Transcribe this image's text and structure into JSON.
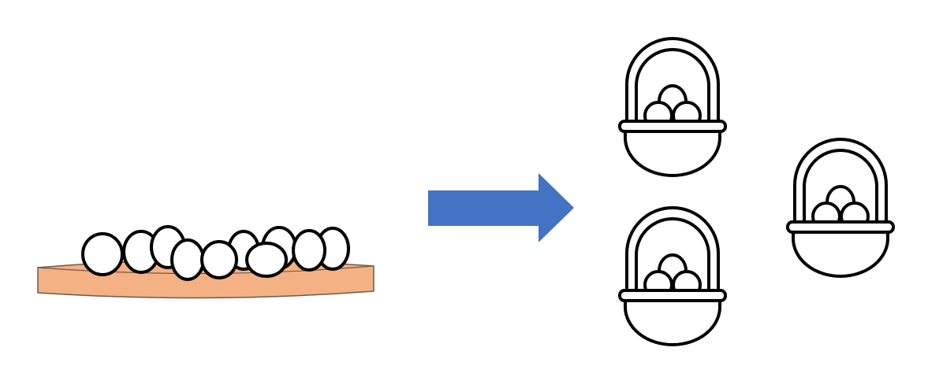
{
  "diagram": {
    "source": {
      "item": "plate-of-eggs",
      "egg_count": 10
    },
    "arrow": {
      "direction": "right"
    },
    "target": {
      "item": "basket",
      "basket_count": 3,
      "eggs_per_basket": 3
    }
  },
  "colors": {
    "plate_fill": "#F4B183",
    "arrow_fill": "#4472C4",
    "outline": "#000000",
    "egg_fill": "#FFFFFF",
    "basket_fill": "#FFFFFF",
    "background": "#FFFFFF"
  }
}
